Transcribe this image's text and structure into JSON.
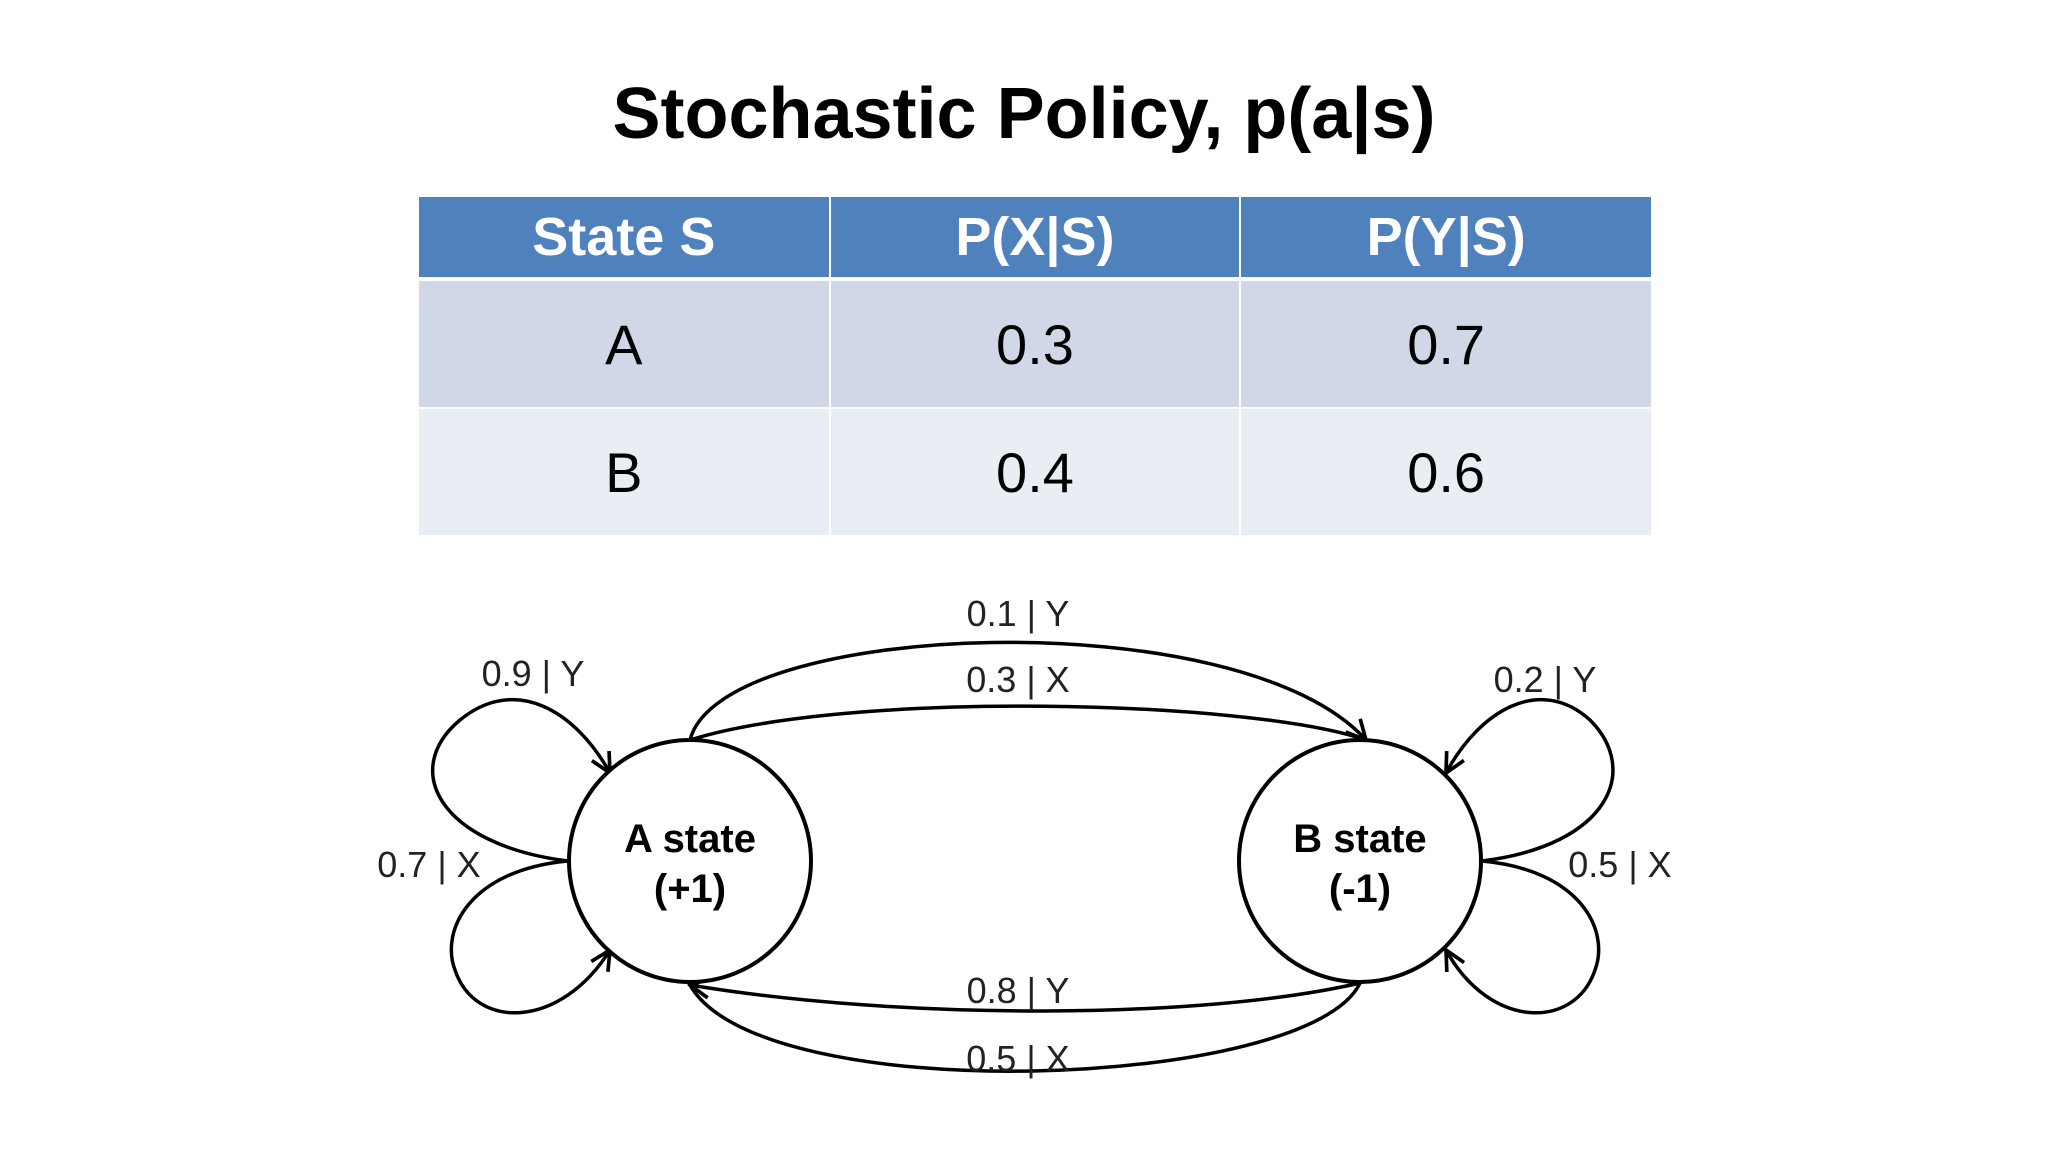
{
  "title": "Stochastic Policy, p(a|s)",
  "table": {
    "headers": [
      "State S",
      "P(X|S)",
      "P(Y|S)"
    ],
    "rows": [
      [
        "A",
        "0.3",
        "0.7"
      ],
      [
        "B",
        "0.4",
        "0.6"
      ]
    ]
  },
  "diagram": {
    "nodes": {
      "a": {
        "name": "A state",
        "reward": "(+1)"
      },
      "b": {
        "name": "B state",
        "reward": "(-1)"
      }
    },
    "edges": {
      "a_self_y": "0.9 | Y",
      "a_self_x": "0.7 | X",
      "a_to_b_y": "0.1 | Y",
      "a_to_b_x": "0.3 | X",
      "b_self_y": "0.2 | Y",
      "b_self_x": "0.5 | X",
      "b_to_a_y": "0.8 | Y",
      "b_to_a_x": "0.5 | X"
    }
  }
}
